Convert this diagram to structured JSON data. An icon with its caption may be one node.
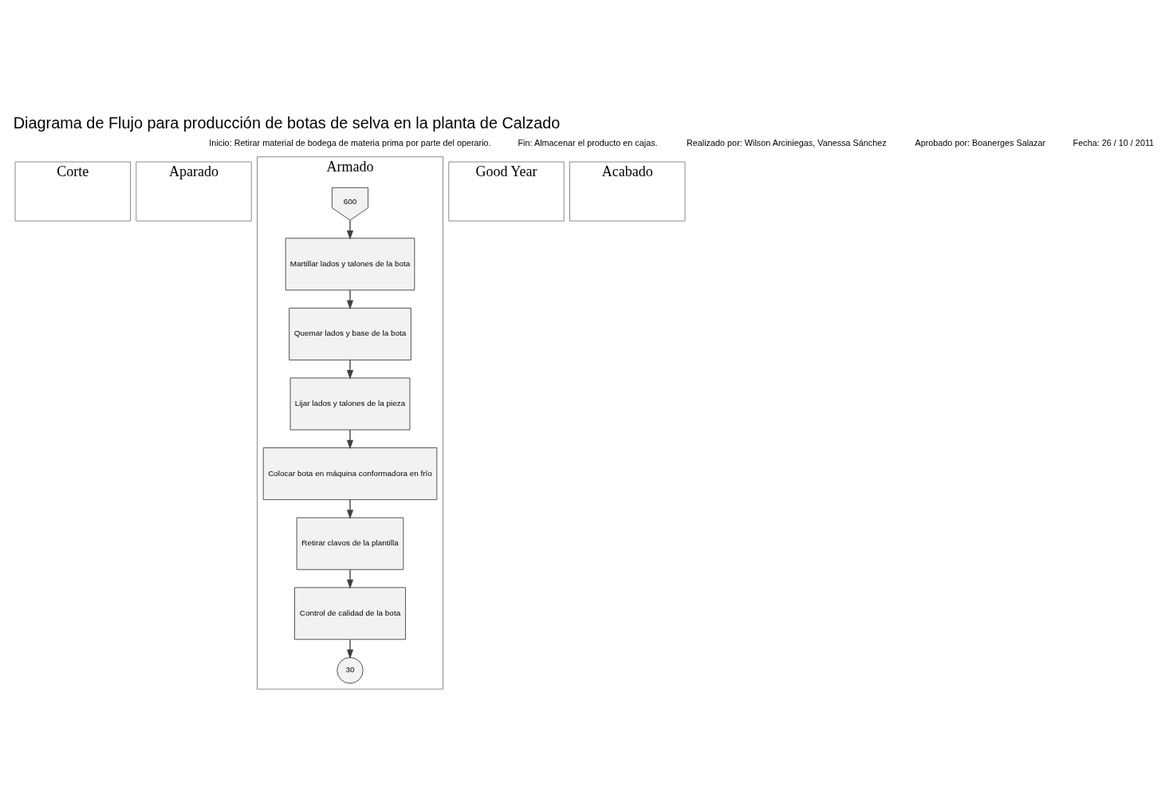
{
  "diagram": {
    "title": "Diagrama de Flujo para producción de botas de selva en la planta de Calzado",
    "nodes": [
      {
        "text": [
          "Corte"
        ]
      },
      {
        "text": [
          "Aparado"
        ]
      },
      {
        "text": [
          "Armado"
        ]
      },
      {
        "text": [
          "Good Year"
        ]
      },
      {
        "text": [
          "Acabado"
        ]
      },
      {
        "text": [
          "600"
        ],
        "in": 2
      },
      {
        "text": [
          "Martillar lados y talones de la bota"
        ],
        "in": 2
      },
      {
        "text": [
          "Quemar lados y base de la bota"
        ],
        "in": 2
      },
      {
        "text": [
          "Lijar lados y talones de la pieza"
        ],
        "in": 2
      },
      {
        "text": [
          "Colocar bota en máquina conformadora en frío"
        ],
        "in": 2
      },
      {
        "text": [
          "Retirar clavos de la plantilla"
        ],
        "in": 2
      },
      {
        "text": [
          "Control de calidad de la bota"
        ],
        "in": 2
      },
      {
        "text": [
          "30"
        ],
        "in": 2
      }
    ],
    "edges": [
      {
        "from": 5,
        "to": 6,
        "arrow": "to"
      },
      {
        "from": 6,
        "to": 7,
        "arrow": "to"
      },
      {
        "from": 7,
        "to": 8,
        "arrow": "to"
      },
      {
        "from": 8,
        "to": 9,
        "arrow": "to"
      },
      {
        "from": 9,
        "to": 10,
        "arrow": "to"
      },
      {
        "from": 10,
        "to": 11,
        "arrow": "to"
      },
      {
        "from": 11,
        "to": 12,
        "arrow": "to"
      }
    ],
    "labels": [
      "Inicio: Retirar material de bodega de materia prima por parte del operario.",
      "Fin: Almacenar el producto en cajas.",
      "Realizado por: Wilson Arciniegas, Vanessa Sánchez",
      "Aprobado por: Boanerges Salazar",
      "Fecha: 26 / 10 / 2011"
    ]
  }
}
